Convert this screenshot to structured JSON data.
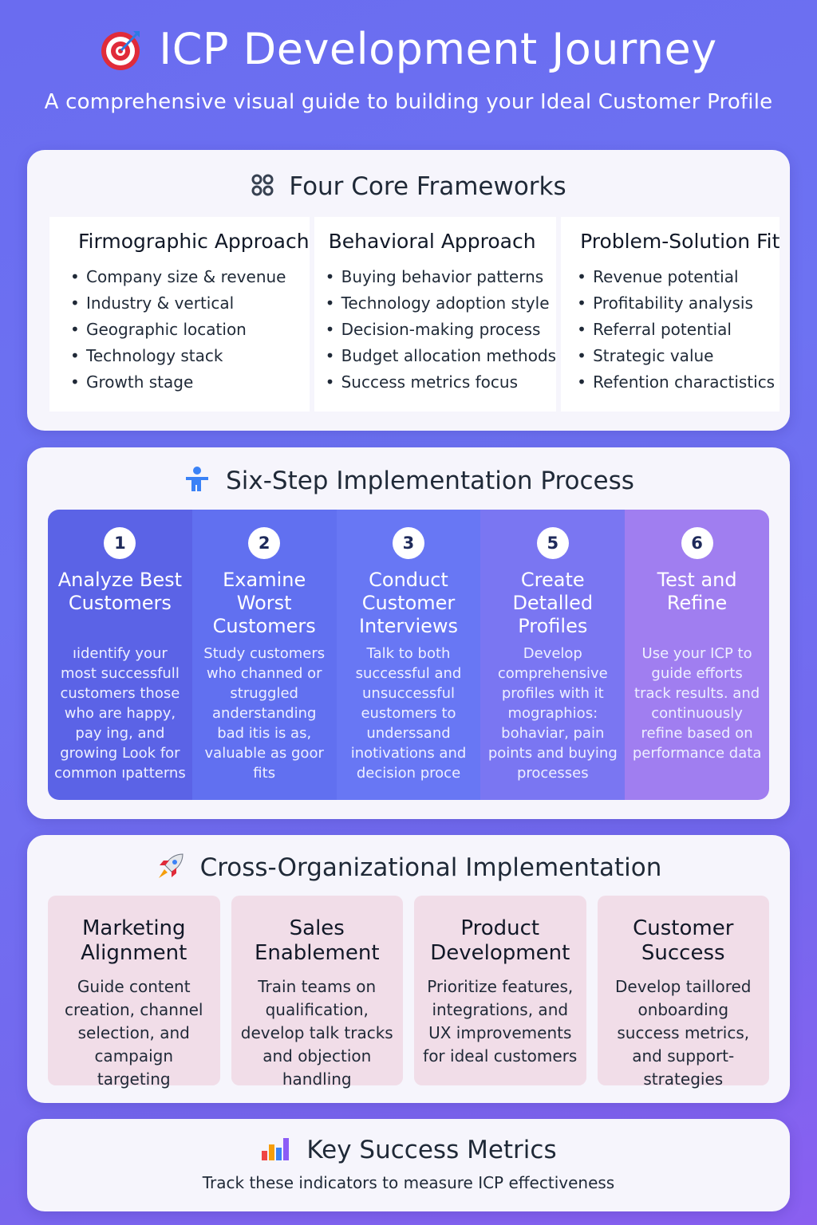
{
  "header": {
    "title": "ICP Development Journey",
    "subtitle": "A comprehensive visual guide to building your Ideal Customer Profile",
    "icon": "target-icon"
  },
  "frameworks": {
    "title": "Four Core Frameworks",
    "icon": "framework-icon",
    "columns": [
      {
        "title": "Firmographic Approach",
        "items": [
          "Company size & revenue",
          "Industry & vertical",
          "Geographic location",
          "Technology stack",
          "Growth stage"
        ]
      },
      {
        "title": "Behavioral Approach",
        "items": [
          "Buying behavior patterns",
          "Technology adoption style",
          "Decision-making process",
          "Budget allocation methods",
          "Success metrics focus"
        ]
      },
      {
        "title": "Problem-Solution Fit",
        "items": [
          "Revenue potential",
          "Profitability analysis",
          "Referral potential",
          "Strategic value",
          "Refention charactistics"
        ]
      }
    ]
  },
  "steps": {
    "title": "Six-Step Implementation Process",
    "icon": "person-icon",
    "items": [
      {
        "num": "1",
        "title": "Analyze Best Customers",
        "desc": "ıidentify your most successfull customers those who are happy, pay ing, and growing Look for common ıpatterns"
      },
      {
        "num": "2",
        "title": "Examine Worst Customers",
        "desc": "Study customers who channed or struggled anderstanding bad itis is as, valuable as goor fits"
      },
      {
        "num": "3",
        "title": "Conduct Customer Interviews",
        "desc": "Talk to both successful and unsuccessful eustomers to underssand inotivations and decision proce"
      },
      {
        "num": "5",
        "title": "Create Detalled Profiles",
        "desc": "Develop comprehensive profiles with it mographios: bohaviar, pain points and buying processes"
      },
      {
        "num": "6",
        "title": "Test and Refine",
        "desc": "Use your ICP to guide efforts track results. and continuously refine based on performance data"
      }
    ]
  },
  "xorg": {
    "title": "Cross-Organizational Implementation",
    "icon": "rocket-icon",
    "items": [
      {
        "title": "Marketing Alignment",
        "desc": "Guide content creation, channel selection, and campaign targeting"
      },
      {
        "title": "Sales Enablement",
        "desc": "Train teams on qualification, develop talk tracks and objection handling"
      },
      {
        "title": "Product Development",
        "desc": "Prioritize features, integrations, and UX improvements for ideal customers"
      },
      {
        "title": "Customer Success",
        "desc": "Develop taillored onboarding success metrics, and support-strategies"
      }
    ]
  },
  "metrics": {
    "title": "Key Success Metrics",
    "subtitle": "Track these indicators to measure ICP effectiveness",
    "icon": "bar-chart-icon"
  }
}
